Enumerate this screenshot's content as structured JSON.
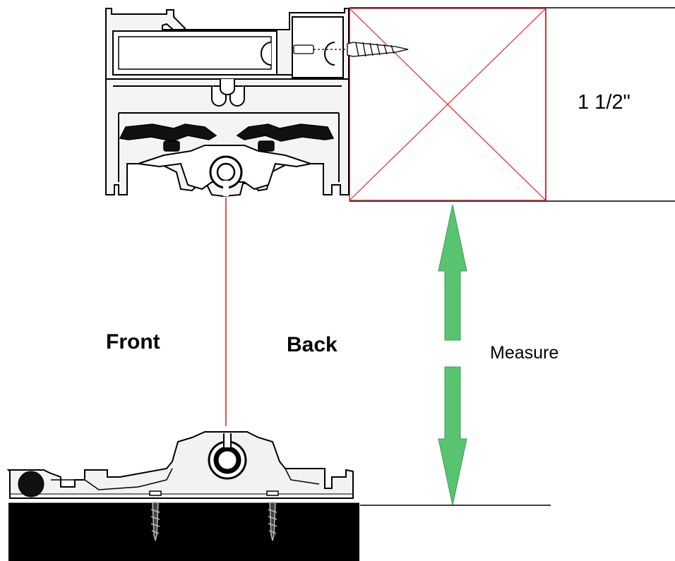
{
  "labels": {
    "front": "Front",
    "back": "Back",
    "measure": "Measure",
    "dimension": "1 1/2\""
  },
  "colors": {
    "outline": "#000000",
    "rail_gray": "#e6e6e6",
    "gasket": "#111111",
    "mount_block": "#d7262d",
    "guide_line": "#e05555",
    "arrow": "#58c472"
  },
  "icons": {
    "head_rail": "extruded-head-rail-profile",
    "bottom_rail": "extruded-bottom-rail-profile",
    "screw": "wood-screw-icon",
    "arrow": "double-headed-measure-arrow"
  }
}
